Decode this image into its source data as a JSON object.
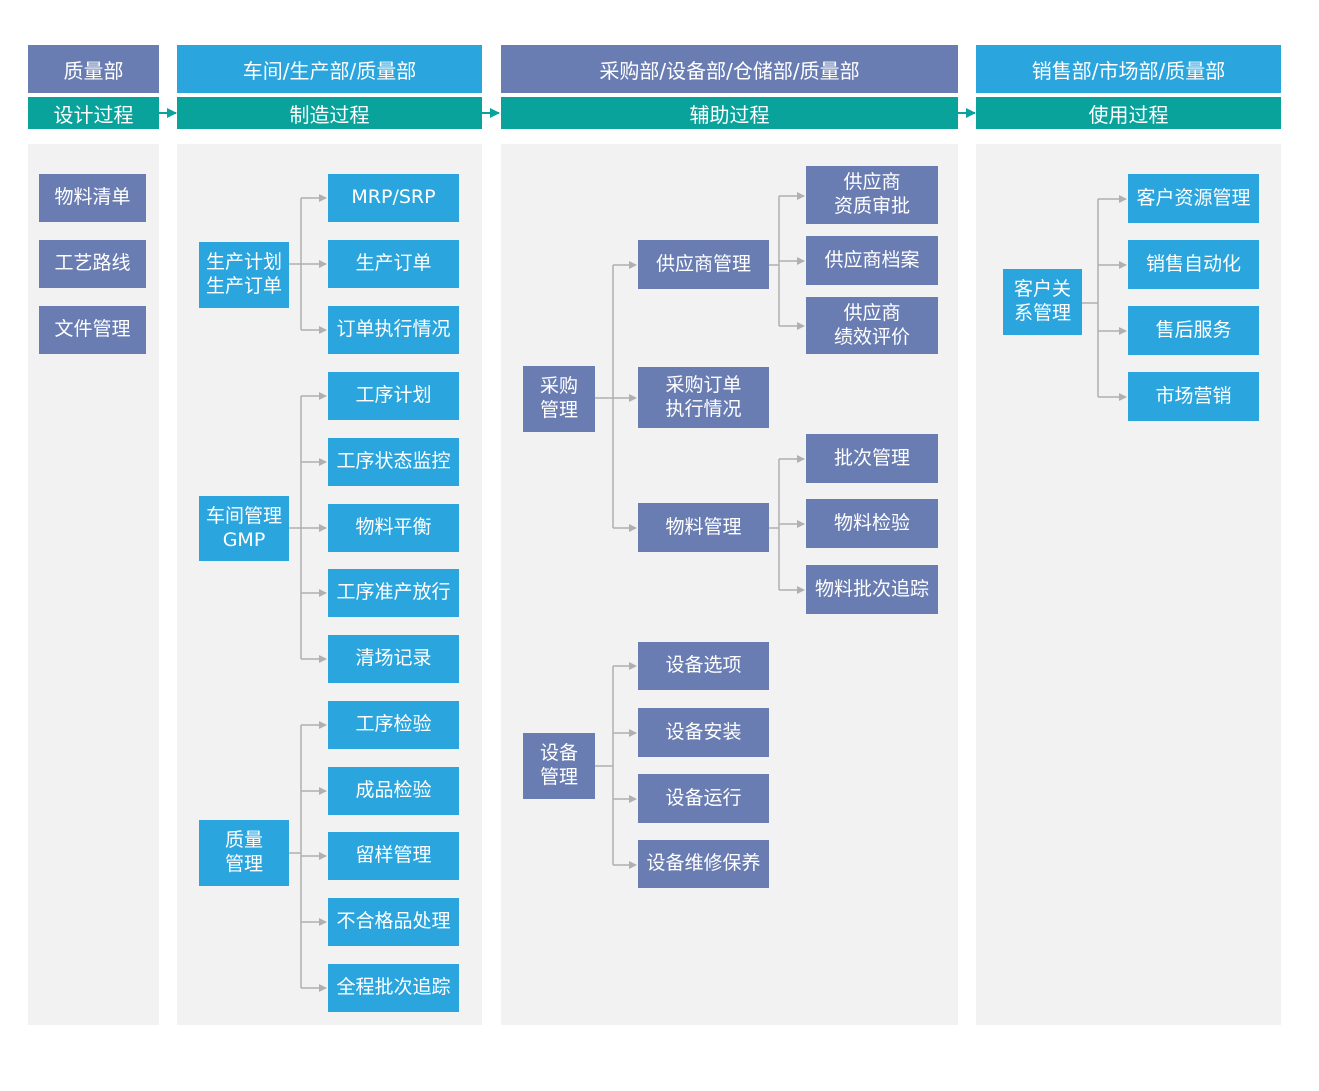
{
  "columns": [
    {
      "dept": "质量部",
      "process": "设计过程"
    },
    {
      "dept": "车间/生产部/质量部",
      "process": "制造过程"
    },
    {
      "dept": "采购部/设备部/仓储部/质量部",
      "process": "辅助过程"
    },
    {
      "dept": "销售部/市场部/质量部",
      "process": "使用过程"
    }
  ],
  "design": {
    "items": [
      "物料清单",
      "工艺路线",
      "文件管理"
    ]
  },
  "manufacturing": {
    "groups": [
      {
        "label": "生产计划\n生产订单",
        "children": [
          "MRP/SRP",
          "生产订单",
          "订单执行情况"
        ]
      },
      {
        "label": "车间管理\nGMP",
        "children": [
          "工序计划",
          "工序状态监控",
          "物料平衡",
          "工序准产放行",
          "清场记录"
        ]
      },
      {
        "label": "质量\n管理",
        "children": [
          "工序检验",
          "成品检验",
          "留样管理",
          "不合格品处理",
          "全程批次追踪"
        ]
      }
    ]
  },
  "auxiliary": {
    "purchase": {
      "label": "采购\n管理",
      "children": [
        {
          "label": "供应商管理",
          "children": [
            "供应商\n资质审批",
            "供应商档案",
            "供应商\n绩效评价"
          ]
        },
        {
          "label": "采购订单\n执行情况",
          "children": []
        },
        {
          "label": "物料管理",
          "children": [
            "批次管理",
            "物料检验",
            "物料批次追踪"
          ]
        }
      ]
    },
    "equipment": {
      "label": "设备\n管理",
      "children": [
        "设备选项",
        "设备安装",
        "设备运行",
        "设备维修保养"
      ]
    }
  },
  "usage": {
    "label": "客户关\n系管理",
    "children": [
      "客户资源管理",
      "销售自动化",
      "售后服务",
      "市场营销"
    ]
  },
  "colors": {
    "purple": "#6a7db3",
    "blue": "#2aa5de",
    "teal": "#0aa39c",
    "panel": "#f2f2f2",
    "connector": "#b0b0b0"
  }
}
